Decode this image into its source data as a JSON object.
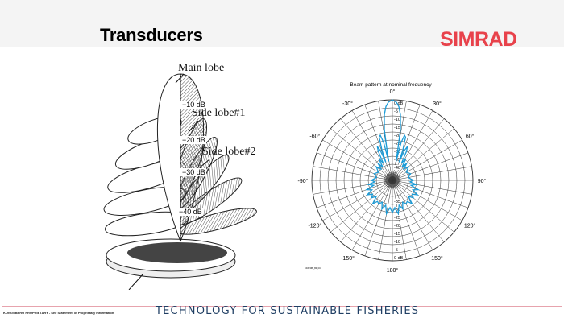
{
  "slide": {
    "title": "Transducers",
    "logo": "SIMRAD",
    "footer_tagline": "TECHNOLOGY FOR SUSTAINABLE FISHERIES",
    "footer_notice": "KONGSBERG PROPRIETARY - See Statement of Proprietary Information"
  },
  "illustration": {
    "labels": {
      "main": "Main lobe",
      "side1": "Side lobe#1",
      "side2": "Side lobe#2"
    },
    "db_marks": [
      "−10 dB",
      "−20 dB",
      "−30 dB",
      "−40 dB"
    ]
  },
  "chart_data": {
    "type": "polar-line",
    "title": "Beam pattern at nominal frequency",
    "angle_labels": [
      "0°",
      "30°",
      "60°",
      "90°",
      "120°",
      "150°",
      "180°",
      "-150°",
      "-120°",
      "-90°",
      "-60°",
      "-30°"
    ],
    "angle_values": [
      0,
      30,
      60,
      90,
      120,
      150,
      180,
      -150,
      -120,
      -90,
      -60,
      -30
    ],
    "radial_range_db": [
      -50,
      0
    ],
    "radial_labels_top": [
      "0 dB",
      "-5",
      "-10",
      "-15",
      "-20",
      "-25",
      "-30",
      "-35",
      "-40"
    ],
    "radial_labels_bottom": [
      "0 dB",
      "-5",
      "-10",
      "-15",
      "-20",
      "-25",
      "-30",
      "-35"
    ],
    "figure_code": "CD3746B_B4_001",
    "series_color": "#1a9bd7",
    "pattern_half": [
      [
        0,
        0
      ],
      [
        3,
        -1.5
      ],
      [
        5,
        -4
      ],
      [
        7,
        -9
      ],
      [
        9,
        -18
      ],
      [
        10,
        -30
      ],
      [
        11,
        -38
      ],
      [
        13,
        -26
      ],
      [
        15,
        -21
      ],
      [
        17,
        -22
      ],
      [
        19,
        -30
      ],
      [
        20,
        -38
      ],
      [
        22,
        -30
      ],
      [
        24,
        -27
      ],
      [
        26,
        -30
      ],
      [
        28,
        -38
      ],
      [
        32,
        -34
      ],
      [
        36,
        -40
      ],
      [
        40,
        -36
      ],
      [
        45,
        -40
      ],
      [
        50,
        -37
      ],
      [
        60,
        -40
      ],
      [
        70,
        -38
      ],
      [
        80,
        -40
      ],
      [
        90,
        -37
      ],
      [
        95,
        -39
      ],
      [
        100,
        -35
      ],
      [
        105,
        -38
      ],
      [
        110,
        -33
      ],
      [
        115,
        -36
      ],
      [
        120,
        -32
      ],
      [
        125,
        -35
      ],
      [
        130,
        -33
      ],
      [
        135,
        -36
      ],
      [
        140,
        -31
      ],
      [
        145,
        -34
      ],
      [
        150,
        -33
      ],
      [
        155,
        -35
      ],
      [
        160,
        -31
      ],
      [
        165,
        -34
      ],
      [
        170,
        -29
      ],
      [
        175,
        -33
      ],
      [
        180,
        -30
      ]
    ]
  }
}
